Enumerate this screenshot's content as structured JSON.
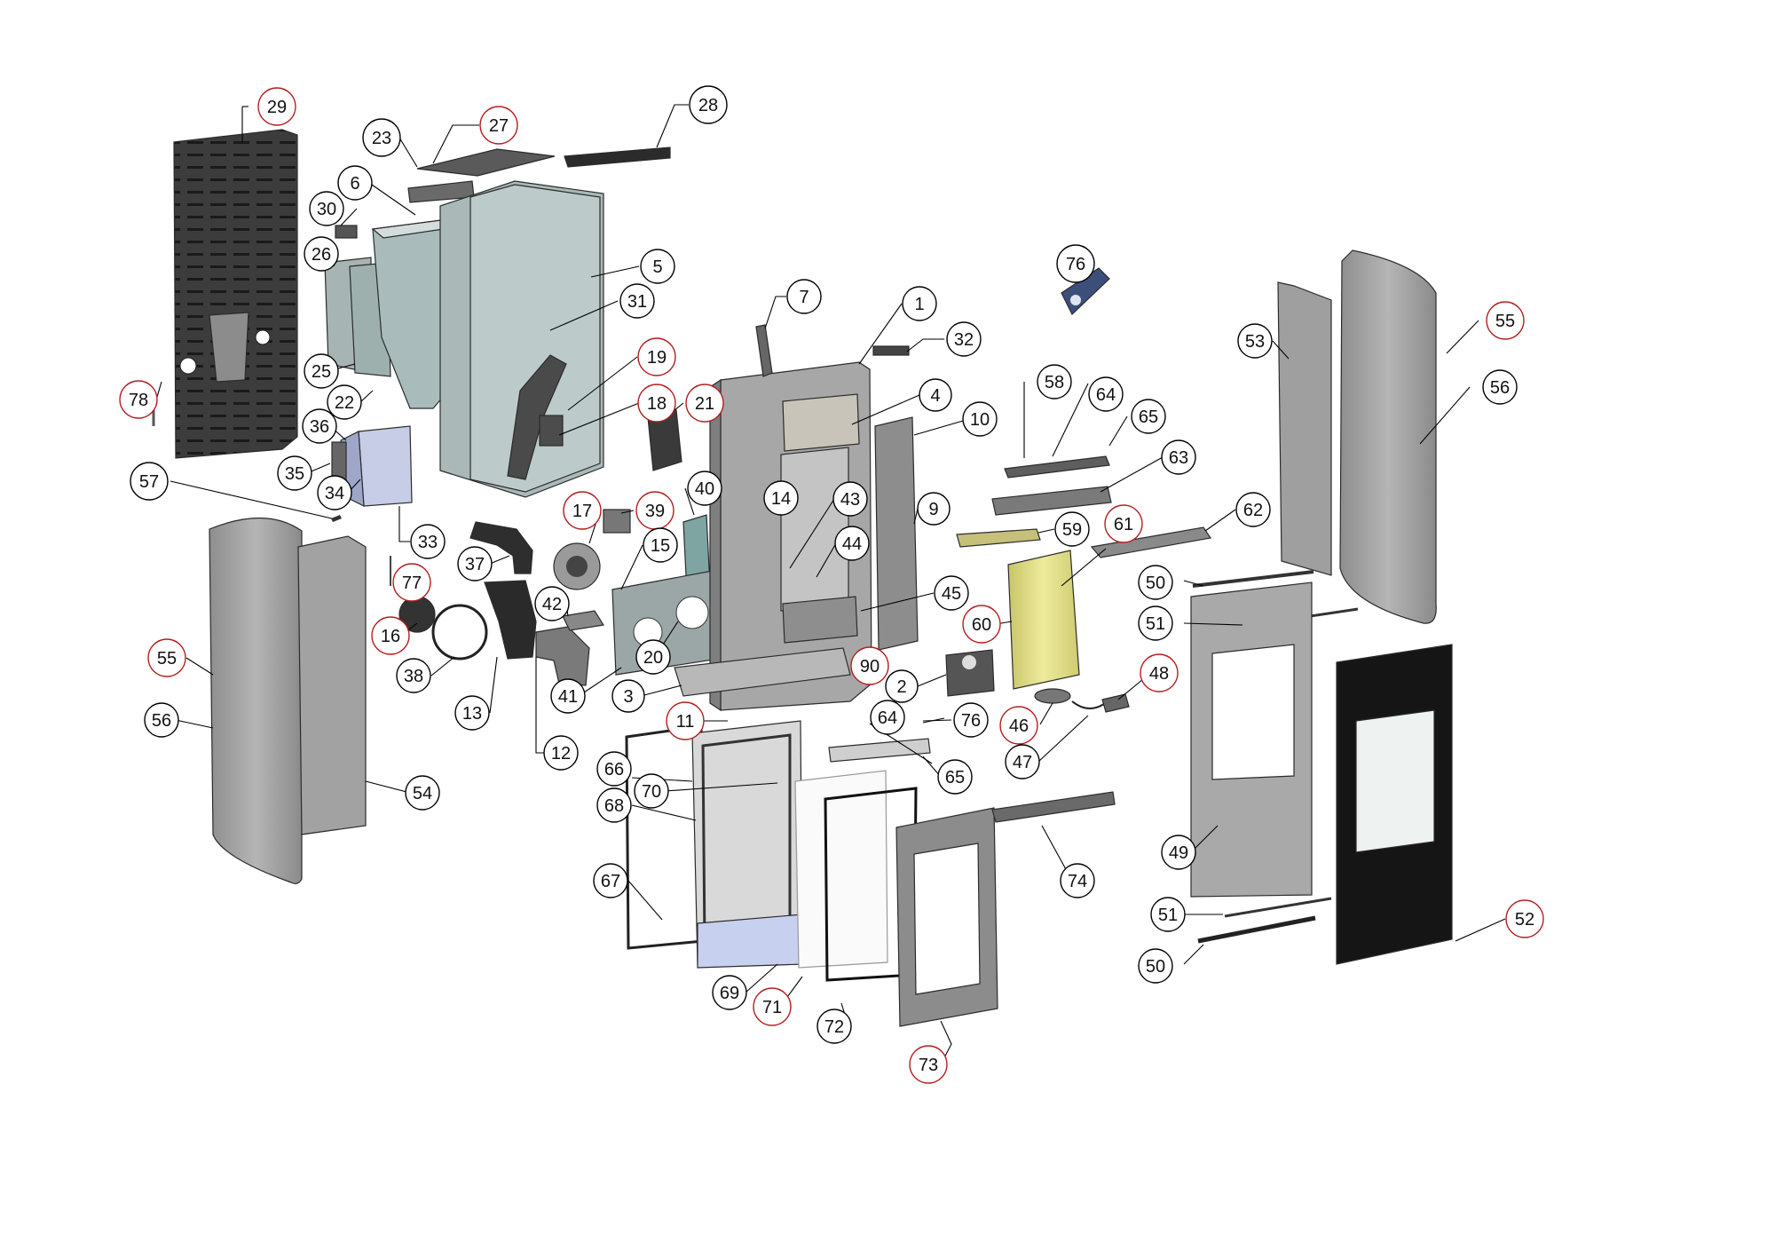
{
  "colors": {
    "panel_gray": "#9a9a9a",
    "panel_light": "#c9c9c9",
    "teal_gray": "#a9bcbb",
    "dark": "#3a3a3a",
    "yellow": "#e3e08a",
    "black_panel": "#151515",
    "glass": "#eef3f2",
    "callout_red": "#b41e1e",
    "callout_black": "#000000"
  },
  "callouts": [
    {
      "label": "29",
      "ring": "red"
    },
    {
      "label": "27",
      "ring": "red"
    },
    {
      "label": "28",
      "ring": "black"
    },
    {
      "label": "23",
      "ring": "black"
    },
    {
      "label": "6",
      "ring": "black"
    },
    {
      "label": "30",
      "ring": "black"
    },
    {
      "label": "26",
      "ring": "black"
    },
    {
      "label": "5",
      "ring": "black"
    },
    {
      "label": "31",
      "ring": "black"
    },
    {
      "label": "25",
      "ring": "black"
    },
    {
      "label": "22",
      "ring": "black"
    },
    {
      "label": "19",
      "ring": "red"
    },
    {
      "label": "18",
      "ring": "red"
    },
    {
      "label": "21",
      "ring": "red"
    },
    {
      "label": "78",
      "ring": "red"
    },
    {
      "label": "36",
      "ring": "black"
    },
    {
      "label": "35",
      "ring": "black"
    },
    {
      "label": "34",
      "ring": "black"
    },
    {
      "label": "57",
      "ring": "black"
    },
    {
      "label": "33",
      "ring": "black"
    },
    {
      "label": "17",
      "ring": "red"
    },
    {
      "label": "39",
      "ring": "red"
    },
    {
      "label": "40",
      "ring": "black"
    },
    {
      "label": "37",
      "ring": "black"
    },
    {
      "label": "15",
      "ring": "black"
    },
    {
      "label": "77",
      "ring": "red"
    },
    {
      "label": "42",
      "ring": "black"
    },
    {
      "label": "16",
      "ring": "red"
    },
    {
      "label": "55",
      "ring": "red"
    },
    {
      "label": "56",
      "ring": "black"
    },
    {
      "label": "38",
      "ring": "black"
    },
    {
      "label": "13",
      "ring": "black"
    },
    {
      "label": "41",
      "ring": "black"
    },
    {
      "label": "20",
      "ring": "black"
    },
    {
      "label": "3",
      "ring": "black"
    },
    {
      "label": "12",
      "ring": "black"
    },
    {
      "label": "54",
      "ring": "black"
    },
    {
      "label": "7",
      "ring": "black"
    },
    {
      "label": "1",
      "ring": "black"
    },
    {
      "label": "32",
      "ring": "black"
    },
    {
      "label": "4",
      "ring": "black"
    },
    {
      "label": "10",
      "ring": "black"
    },
    {
      "label": "14",
      "ring": "black"
    },
    {
      "label": "43",
      "ring": "black"
    },
    {
      "label": "9",
      "ring": "black"
    },
    {
      "label": "44",
      "ring": "black"
    },
    {
      "label": "45",
      "ring": "black"
    },
    {
      "label": "90",
      "ring": "red"
    },
    {
      "label": "2",
      "ring": "black"
    },
    {
      "label": "11",
      "ring": "red"
    },
    {
      "label": "64",
      "ring": "black"
    },
    {
      "label": "65",
      "ring": "black"
    },
    {
      "label": "76",
      "ring": "black"
    },
    {
      "label": "66",
      "ring": "black"
    },
    {
      "label": "70",
      "ring": "black"
    },
    {
      "label": "68",
      "ring": "black"
    },
    {
      "label": "67",
      "ring": "black"
    },
    {
      "label": "69",
      "ring": "black"
    },
    {
      "label": "71",
      "ring": "red"
    },
    {
      "label": "72",
      "ring": "black"
    },
    {
      "label": "73",
      "ring": "red"
    },
    {
      "label": "74",
      "ring": "black"
    },
    {
      "label": "76",
      "ring": "black"
    },
    {
      "label": "58",
      "ring": "black"
    },
    {
      "label": "64",
      "ring": "black"
    },
    {
      "label": "65",
      "ring": "black"
    },
    {
      "label": "63",
      "ring": "black"
    },
    {
      "label": "59",
      "ring": "black"
    },
    {
      "label": "61",
      "ring": "red"
    },
    {
      "label": "62",
      "ring": "black"
    },
    {
      "label": "60",
      "ring": "red"
    },
    {
      "label": "48",
      "ring": "red"
    },
    {
      "label": "46",
      "ring": "red"
    },
    {
      "label": "47",
      "ring": "black"
    },
    {
      "label": "53",
      "ring": "black"
    },
    {
      "label": "55",
      "ring": "red"
    },
    {
      "label": "56",
      "ring": "black"
    },
    {
      "label": "50",
      "ring": "black"
    },
    {
      "label": "51",
      "ring": "black"
    },
    {
      "label": "49",
      "ring": "black"
    },
    {
      "label": "51",
      "ring": "black"
    },
    {
      "label": "52",
      "ring": "red"
    },
    {
      "label": "50",
      "ring": "black"
    }
  ]
}
